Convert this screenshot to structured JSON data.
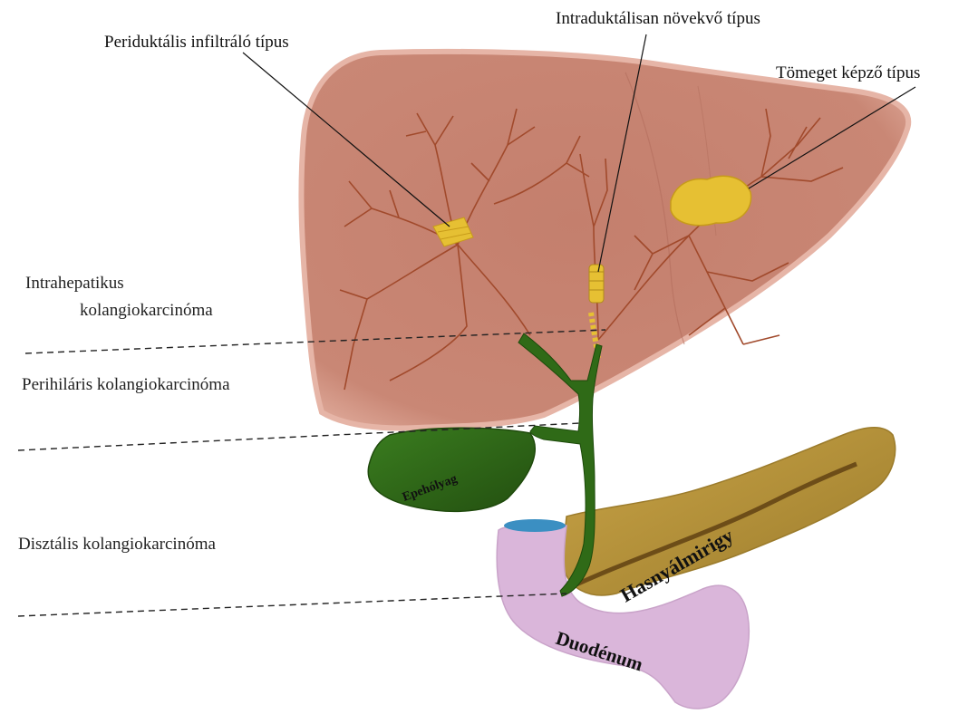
{
  "callouts": {
    "periductal": "Periduktális infiltráló típus",
    "intraductal": "Intraduktálisan növekvő típus",
    "mass_forming": "Tömeget képző típus"
  },
  "regions": {
    "intrahepatic_line1": "Intrahepatikus",
    "intrahepatic_line2": "kolangiokarcinóma",
    "perihilar": "Perihiláris kolangiokarcinóma",
    "distal": "Disztális kolangiokarcinóma"
  },
  "organs": {
    "gallbladder": "Epehólyag",
    "pancreas": "Hasnyálmirigy",
    "duodenum": "Duodénum"
  },
  "colors": {
    "liver": "#c98270",
    "liver_edge": "#e8b9ab",
    "duct": "#2d6a14",
    "gallbladder": "#2f6a17",
    "pancreas": "#b0903a",
    "duodenum": "#dab6da",
    "tumor": "#e8c23a"
  }
}
